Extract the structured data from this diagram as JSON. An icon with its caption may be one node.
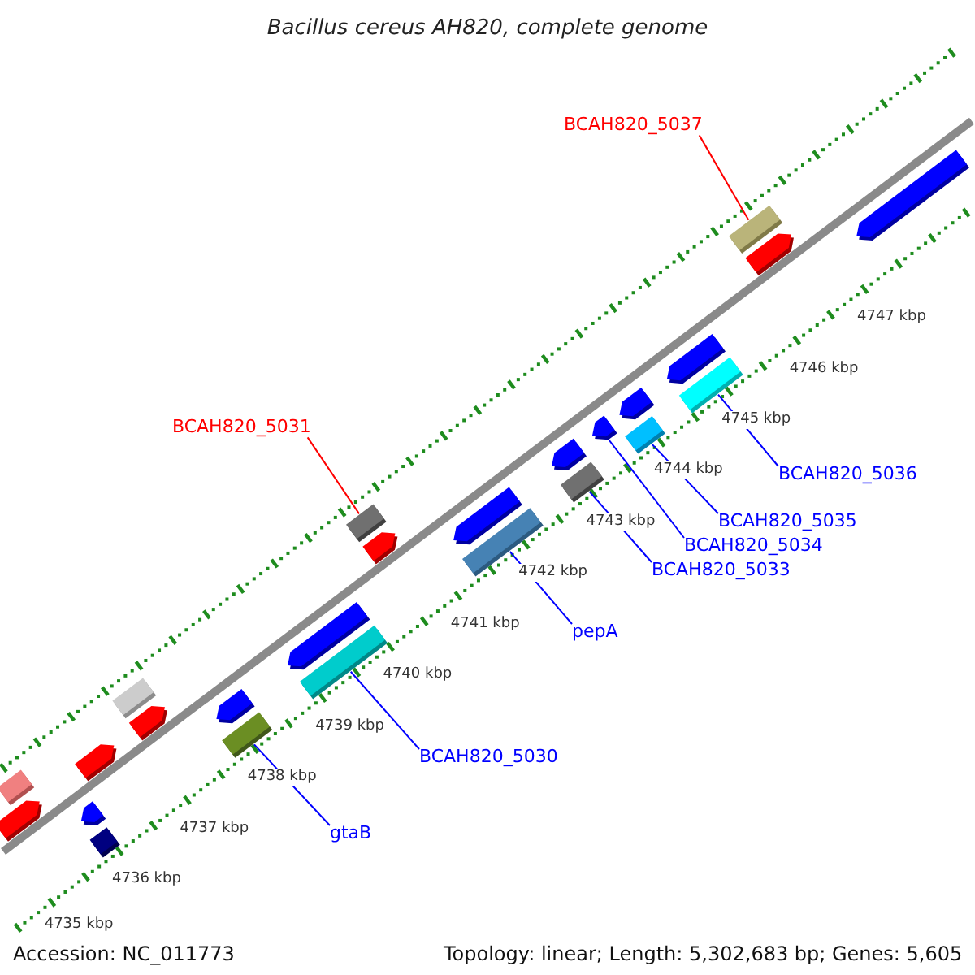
{
  "diagram": {
    "title": "Bacillus cereus AH820, complete genome",
    "nodes": [
      {
        "text": [
          "BCAH820_5037"
        ]
      },
      {
        "text": [],
        "shape": "bar"
      },
      {
        "text": [
          "BCAH820_5031"
        ]
      },
      {
        "text": [],
        "shape": "bar"
      },
      {
        "text": [
          "BCAH820_5036"
        ]
      },
      {
        "text": [],
        "shape": "bar"
      },
      {
        "text": [
          "BCAH820_5035"
        ]
      },
      {
        "text": [],
        "shape": "bar"
      },
      {
        "text": [
          "BCAH820_5034"
        ]
      },
      {
        "text": [],
        "shape": "pentagon"
      },
      {
        "text": [
          "BCAH820_5033"
        ]
      },
      {
        "text": [],
        "shape": "bar"
      },
      {
        "text": [
          "pepA"
        ]
      },
      {
        "text": [],
        "shape": "bar"
      },
      {
        "text": [
          "BCAH820_5030"
        ]
      },
      {
        "text": [],
        "shape": "bar"
      },
      {
        "text": [
          "gtaB"
        ]
      },
      {
        "text": [],
        "shape": "bar"
      },
      {
        "text": [],
        "shape": "bar"
      },
      {
        "text": [],
        "shape": "pentagon"
      },
      {
        "text": [],
        "shape": "bar"
      },
      {
        "text": [],
        "shape": "pentagon"
      },
      {
        "text": [],
        "shape": "pentagon"
      },
      {
        "text": [],
        "shape": "bar"
      },
      {
        "text": [],
        "shape": "pentagon"
      },
      {
        "text": [],
        "shape": "pentagon"
      },
      {
        "text": [],
        "shape": "pentagon"
      },
      {
        "text": [],
        "shape": "pentagon"
      },
      {
        "text": [],
        "shape": "pentagon"
      },
      {
        "text": [],
        "shape": "pentagon"
      },
      {
        "text": [],
        "shape": "pentagon"
      },
      {
        "text": [],
        "shape": "pentagon"
      },
      {
        "text": [],
        "shape": "pentagon"
      },
      {
        "text": [],
        "shape": "pentagon"
      }
    ],
    "edges": [
      {
        "from": 0,
        "to": 1,
        "arrow": "none",
        "color": "#ff0000"
      },
      {
        "from": 2,
        "to": 3,
        "arrow": "none",
        "color": "#ff0000"
      },
      {
        "from": 4,
        "to": 5,
        "arrow": "none"
      },
      {
        "from": 6,
        "to": 7,
        "arrow": "none"
      },
      {
        "from": 8,
        "to": 9,
        "arrow": "none"
      },
      {
        "from": 10,
        "to": 11,
        "arrow": "none"
      },
      {
        "from": 12,
        "to": 13,
        "arrow": "none"
      },
      {
        "from": 14,
        "to": 15,
        "arrow": "none"
      },
      {
        "from": 16,
        "to": 17,
        "arrow": "none"
      }
    ],
    "labels": [
      "4747 kbp",
      "4746 kbp",
      "4745 kbp",
      "4744 kbp",
      "4743 kbp",
      "4742 kbp",
      "4741 kbp",
      "4740 kbp",
      "4739 kbp",
      "4738 kbp",
      "4737 kbp",
      "4736 kbp",
      "4735 kbp",
      "Accession: NC_011773",
      "Topology: linear; Length: 5,302,683 bp; Genes: 5,605"
    ]
  }
}
